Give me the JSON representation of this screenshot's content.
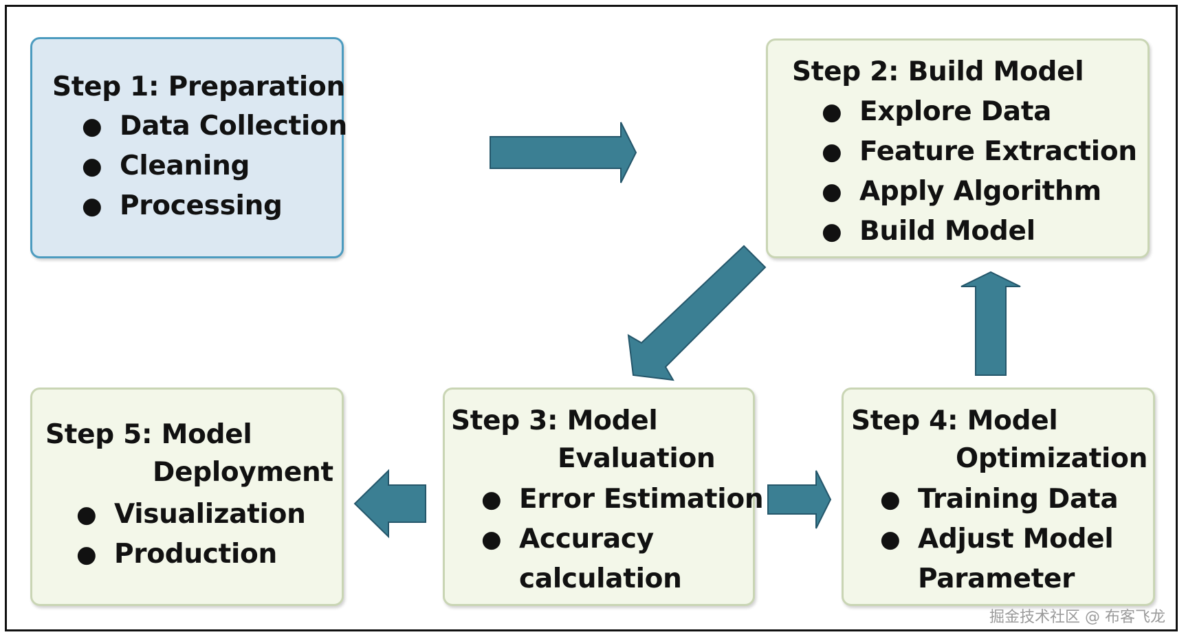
{
  "colors": {
    "arrow": "#3b7f93",
    "arrow_outline": "#24566a",
    "step1_fill": "#dce8f2",
    "step1_border": "#4c9bbf",
    "box_fill": "#f3f7e9",
    "box_border": "#c9d5b4"
  },
  "steps": {
    "step1": {
      "title": "Step 1: Preparation",
      "items": [
        "Data Collection",
        "Cleaning",
        "Processing"
      ]
    },
    "step2": {
      "title": "Step 2: Build Model",
      "items": [
        "Explore Data",
        "Feature Extraction",
        "Apply Algorithm",
        "Build Model"
      ]
    },
    "step3": {
      "title_line1": "Step 3: Model",
      "title_line2": "Evaluation",
      "items": [
        "Error Estimation",
        "Accuracy",
        "calculation"
      ]
    },
    "step4": {
      "title_line1": "Step 4: Model",
      "title_line2": "Optimization",
      "items": [
        "Training Data",
        "Adjust Model",
        "Parameter"
      ]
    },
    "step5": {
      "title_line1": "Step 5: Model",
      "title_line2": "Deployment",
      "items": [
        "Visualization",
        "Production"
      ]
    }
  },
  "bullet_char": "●",
  "watermark": "掘金技术社区 @ 布客飞龙"
}
